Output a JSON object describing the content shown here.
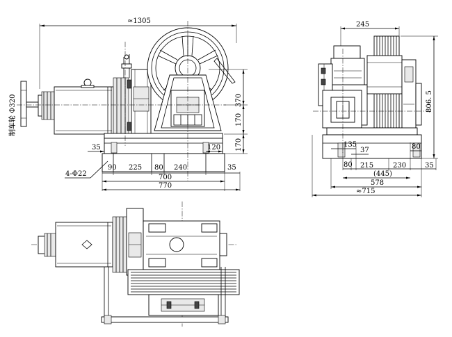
{
  "dimensions": {
    "front": {
      "overall_length": "≈1305",
      "height_upper": "370",
      "height_mid": "170",
      "height_base": "170",
      "base_offset_left": "35",
      "base_offset_right": "120",
      "hole_pitch_a": "90",
      "hole_pitch_b": "225",
      "hole_pitch_c": "80",
      "hole_pitch_d": "240",
      "end_offset": "35",
      "base_inner": "700",
      "base_outer": "770",
      "mounting_holes": "4-Φ22",
      "brake_wheel": "制车轮 Φ320"
    },
    "side": {
      "sheave_width": "245",
      "overall_height": "806. 5",
      "w_135": "135",
      "w_37": "37",
      "w_80_left": "80",
      "w_80_right": "80",
      "w_215": "215",
      "w_230": "230",
      "w_35": "35",
      "w_445": "(445)",
      "w_578": "578",
      "w_715": "≈715"
    }
  }
}
